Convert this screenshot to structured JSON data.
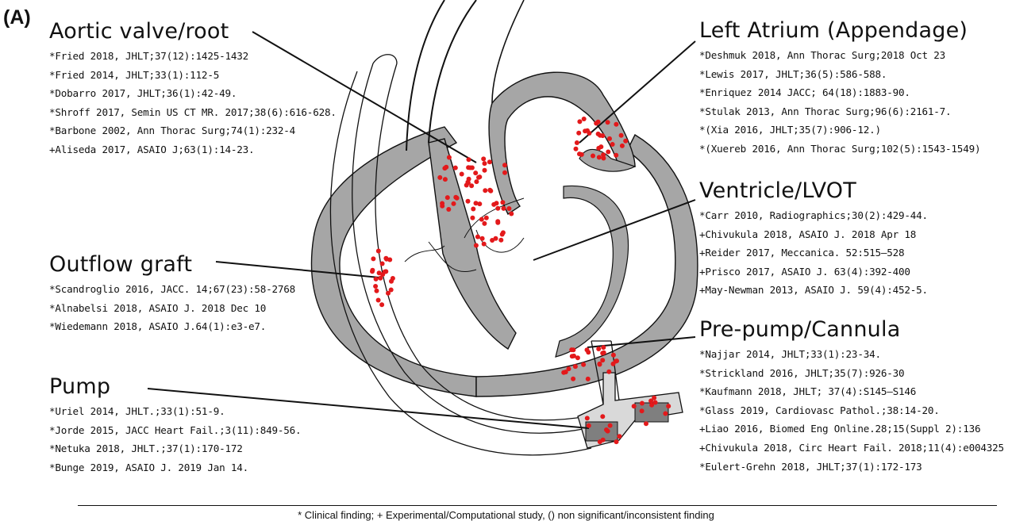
{
  "panel_label": "(A)",
  "groups": {
    "aortic": {
      "title": "Aortic valve/root",
      "refs": [
        "*Fried 2018, JHLT;37(12):1425-1432",
        "*Fried 2014, JHLT;33(1):112-5",
        "*Dobarro 2017, JHLT;36(1):42-49.",
        "*Shroff 2017, Semin US CT MR. 2017;38(6):616-628.",
        "*Barbone 2002, Ann Thorac Surg;74(1):232-4",
        "+Aliseda 2017, ASAIO J;63(1):14-23."
      ]
    },
    "outflow": {
      "title": "Outflow graft",
      "refs": [
        "*Scandroglio 2016, JACC. 14;67(23):58-2768",
        "*Alnabelsi 2018, ASAIO J. 2018 Dec 10",
        "*Wiedemann 2018, ASAIO J.64(1):e3-e7."
      ]
    },
    "pump": {
      "title": "Pump",
      "refs": [
        "*Uriel 2014, JHLT.;33(1):51-9.",
        "*Jorde 2015, JACC Heart Fail.;3(11):849-56.",
        "*Netuka 2018, JHLT.;37(1):170-172",
        "*Bunge 2019, ASAIO J. 2019 Jan 14."
      ]
    },
    "left_atrium": {
      "title": "Left Atrium (Appendage)",
      "refs": [
        "*Deshmuk 2018, Ann Thorac Surg;2018 Oct 23",
        "*Lewis 2017, JHLT;36(5):586-588.",
        "*Enriquez 2014 JACC; 64(18):1883-90.",
        "*Stulak 2013, Ann Thorac Surg;96(6):2161-7.",
        "*(Xia 2016, JHLT;35(7):906-12.)",
        "*(Xuereb 2016, Ann Thorac Surg;102(5):1543-1549)"
      ]
    },
    "ventricle": {
      "title": "Ventricle/LVOT",
      "refs": [
        "*Carr 2010, Radiographics;30(2):429-44.",
        "+Chivukula 2018, ASAIO J. 2018 Apr 18",
        "+Reider 2017, Meccanica. 52:515–528",
        "+Prisco 2017, ASAIO J. 63(4):392-400",
        "+May-Newman 2013, ASAIO J. 59(4):452-5."
      ]
    },
    "prepump": {
      "title": "Pre-pump/Cannula",
      "refs": [
        "*Najjar 2014, JHLT;33(1):23-34.",
        "*Strickland 2016, JHLT;35(7):926-30",
        "*Kaufmann 2018, JHLT; 37(4):S145–S146",
        "*Glass 2019, Cardiovasc Pathol.;38:14-20.",
        "+Liao 2016, Biomed Eng Online.28;15(Suppl 2):136",
        "+Chivukula 2018, Circ Heart Fail. 2018;11(4):e004325",
        "*Eulert-Grehn 2018, JHLT;37(1):172-173"
      ]
    }
  },
  "footer": "* Clinical finding; + Experimental/Computational study, () non significant/inconsistent finding",
  "colors": {
    "thrombus": "#e3191b",
    "tissue": "#a6a6a6",
    "line": "#111111",
    "device": "#d9d9d9"
  }
}
